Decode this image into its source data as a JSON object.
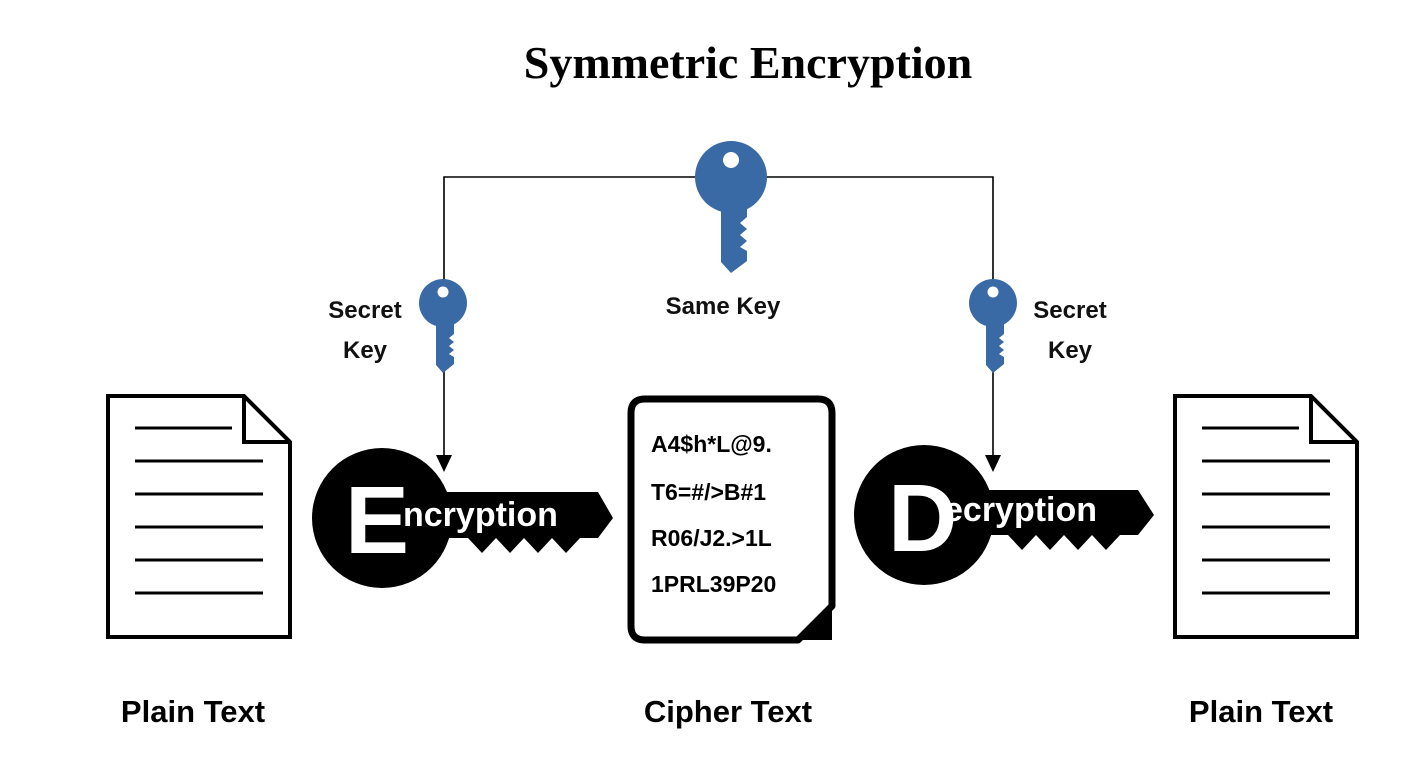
{
  "title": "Symmetric Encryption",
  "center_key": {
    "label": "Same Key",
    "icon": "key-icon",
    "color": "#3a6aa6"
  },
  "left_key": {
    "label_line1": "Secret",
    "label_line2": "Key",
    "icon": "key-icon"
  },
  "right_key": {
    "label_line1": "Secret",
    "label_line2": "Key",
    "icon": "key-icon"
  },
  "encryption": {
    "initial": "E",
    "rest": "ncryption"
  },
  "decryption": {
    "initial": "D",
    "rest": "ecryption"
  },
  "cipher_lines": [
    "A4$h*L@9.",
    "T6=#/>B#1",
    "R06/J2.>1L",
    "1PRL39P20"
  ],
  "captions": {
    "left": "Plain Text",
    "center": "Cipher Text",
    "right": "Plain Text"
  }
}
